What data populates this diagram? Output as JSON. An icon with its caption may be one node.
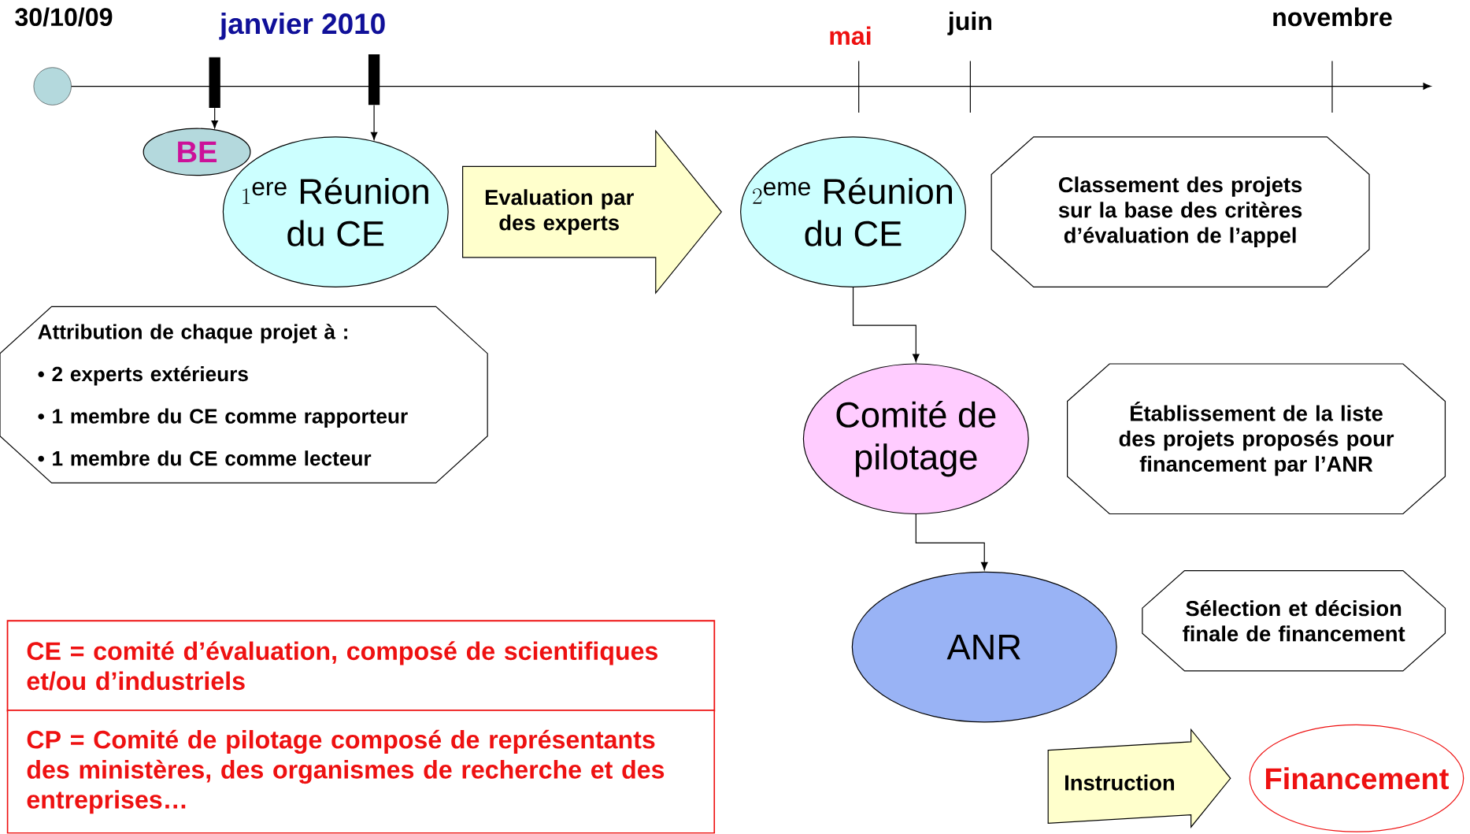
{
  "diagram": {
    "nodes": [
      {
        "text": [],
        "shape": "circle"
      },
      {
        "text": [],
        "shape": "bar"
      },
      {
        "text": [],
        "shape": "bar"
      },
      {
        "text": [
          "BE"
        ]
      },
      {
        "text": [
          "1^{\\mathrm{ere}}",
          "Réunion du CE"
        ]
      },
      {
        "text": [
          "2^{\\mathrm{eme}}",
          "Réunion du CE"
        ]
      },
      {
        "text": [
          "Classement des projets sur la base des critères d’évaluation de l’appel"
        ]
      },
      {
        "text": [
          "Attribution de chaque projet à :",
          "• 2 experts extérieurs",
          "• 1 membre du CE comme rapporteur",
          "• 1 membre du CE comme lecteur"
        ]
      },
      {
        "text": [
          "Comité de pilotage"
        ]
      },
      {
        "text": [
          "Établissement de la liste des projets proposés pour financement par l’ANR"
        ]
      },
      {
        "text": [
          "ANR"
        ]
      },
      {
        "text": [
          "Sélection et décision finale de financement"
        ]
      },
      {
        "text": [
          "CE = comité d’évaluation, composé de scientifiques et/ou d’industriels"
        ]
      },
      {
        "text": [
          "CP = Comité de pilotage composé de représentants des ministères, des organismes de recherche et des entreprises…"
        ]
      },
      {
        "text": [
          "Financement"
        ]
      }
    ],
    "edges": [
      {
        "from": 0,
        "to": null,
        "arrow": "to"
      },
      {
        "from": 1,
        "to": 3,
        "arrow": "to"
      },
      {
        "from": 2,
        "to": 4,
        "arrow": "to"
      },
      {
        "from": 4,
        "to": 5,
        "arrow": "to",
        "label": "Evaluation par des experts",
        "style": "thick"
      },
      {
        "from": 5,
        "to": 8,
        "arrow": "to"
      },
      {
        "from": 8,
        "to": 10,
        "arrow": "to"
      },
      {
        "from": null,
        "to": 14,
        "arrow": "to",
        "label": "Instruction",
        "style": "thick"
      }
    ],
    "labels": [
      "30/10/09",
      "janvier 2010",
      "mai",
      "juin",
      "novembre"
    ]
  }
}
